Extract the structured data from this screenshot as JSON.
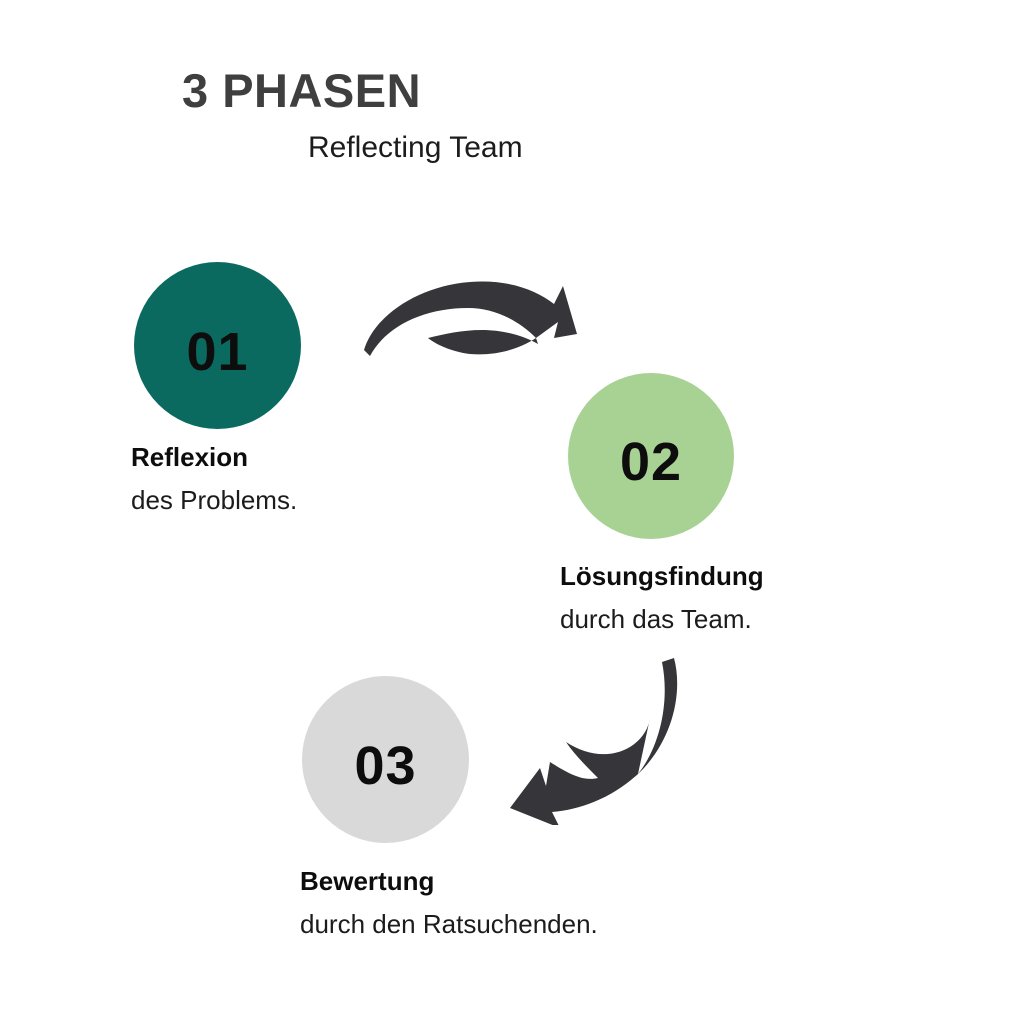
{
  "header": {
    "title": "3 PHASEN",
    "subtitle": "Reflecting Team"
  },
  "colors": {
    "background": "#ffffff",
    "title_gray": "#3f3f3f",
    "phase_1_circle": "#0b6a60",
    "phase_2_circle": "#a8d293",
    "phase_3_circle": "#d9d9d9",
    "number_text": "#0d0d0d",
    "label_text": "#1c1c1c",
    "arrow": "#35353a"
  },
  "phases": [
    {
      "number": "01",
      "title": "Reflexion",
      "subtitle": "des Problems."
    },
    {
      "number": "02",
      "title": "Lösungsfindung",
      "subtitle": "durch das Team."
    },
    {
      "number": "03",
      "title": "Bewertung",
      "subtitle": "durch den Ratsuchenden."
    }
  ],
  "arrows": [
    {
      "name": "curved-arrow-phase-1-to-2",
      "direction": "right"
    },
    {
      "name": "curved-arrow-phase-2-to-3",
      "direction": "down-left"
    }
  ]
}
